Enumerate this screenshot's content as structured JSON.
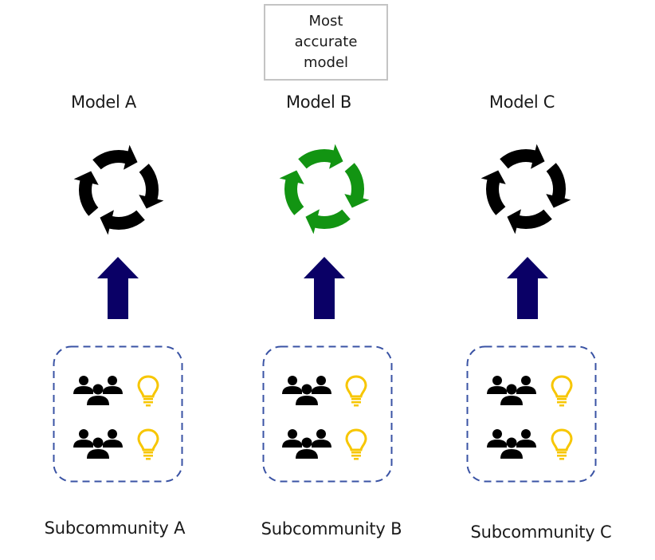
{
  "callout": {
    "lines": [
      "Most",
      "accurate",
      "model"
    ]
  },
  "colors": {
    "cycle_default": "#000000",
    "cycle_highlight": "#129412",
    "arrow": "#0a0066",
    "group_border": "#3a53a4",
    "bulb": "#f7c600",
    "people": "#000000",
    "callout_border": "#c4c4c4"
  },
  "models": [
    {
      "label": "Model A",
      "icon": "cycle-icon",
      "highlighted": false
    },
    {
      "label": "Model B",
      "icon": "cycle-icon",
      "highlighted": true
    },
    {
      "label": "Model C",
      "icon": "cycle-icon",
      "highlighted": false
    }
  ],
  "subcommunities": [
    {
      "label": "Subcommunity A",
      "rows": [
        {
          "icons": [
            "people-group-icon",
            "lightbulb-icon"
          ]
        },
        {
          "icons": [
            "people-group-icon",
            "lightbulb-icon"
          ]
        }
      ]
    },
    {
      "label": "Subcommunity B",
      "rows": [
        {
          "icons": [
            "people-group-icon",
            "lightbulb-icon"
          ]
        },
        {
          "icons": [
            "people-group-icon",
            "lightbulb-icon"
          ]
        }
      ]
    },
    {
      "label": "Subcommunity C",
      "rows": [
        {
          "icons": [
            "people-group-icon",
            "lightbulb-icon"
          ]
        },
        {
          "icons": [
            "people-group-icon",
            "lightbulb-icon"
          ]
        }
      ]
    }
  ],
  "connector_icon": "up-arrow-icon"
}
